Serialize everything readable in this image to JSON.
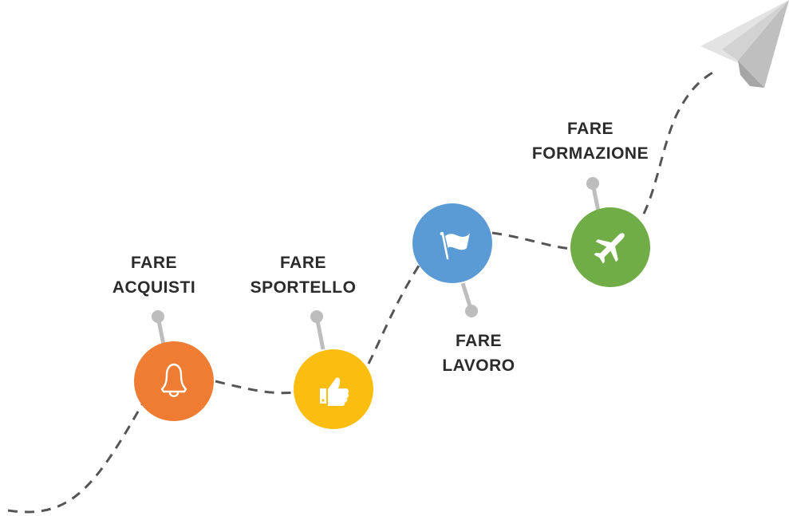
{
  "steps": [
    {
      "line1": "FARE",
      "line2": "ACQUISTI",
      "color": "#ee7d33",
      "icon": "bell-icon"
    },
    {
      "line1": "FARE",
      "line2": "SPORTELLO",
      "color": "#fcbd11",
      "icon": "thumbs-up-icon"
    },
    {
      "line1": "FARE",
      "line2": "LAVORO",
      "color": "#5b9bd5",
      "icon": "flag-icon"
    },
    {
      "line1": "FARE",
      "line2": "FORMAZIONE",
      "color": "#70ad47",
      "icon": "airplane-icon"
    }
  ],
  "colors": {
    "path": "#555555",
    "pin": "#bdbdbd",
    "text": "#2b2b2b",
    "paper_plane": "#d9d9d9"
  }
}
